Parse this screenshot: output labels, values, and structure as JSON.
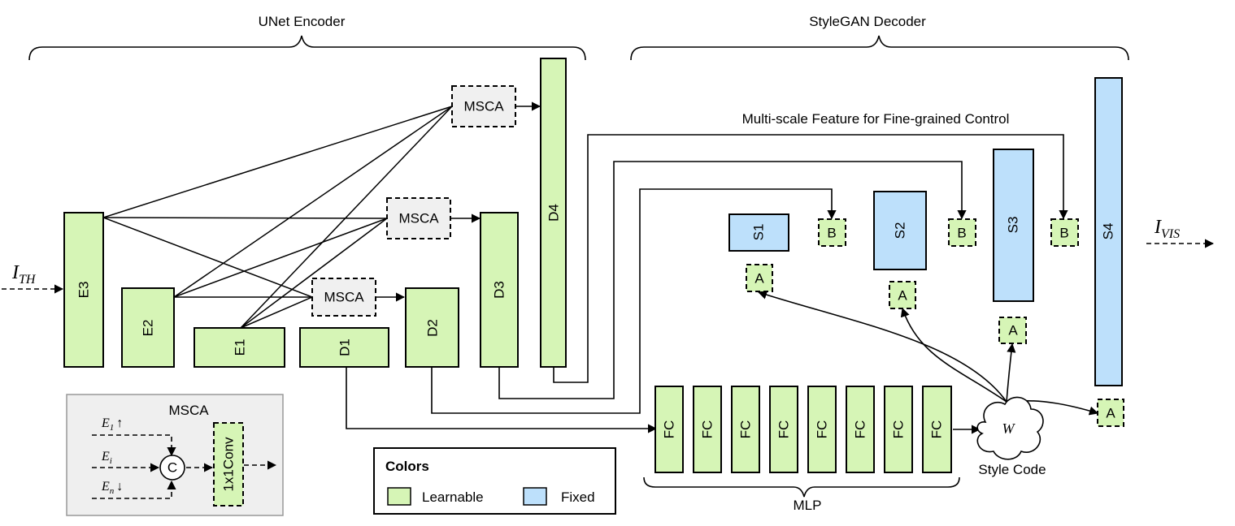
{
  "colors": {
    "learnable": "#d6f5b6",
    "fixed": "#bde0fb",
    "msca": "#f0f0f0",
    "inset_bg": "#efefef"
  },
  "sections": {
    "encoder": "UNet Encoder",
    "decoder": "StyleGAN Decoder",
    "mlp": "MLP"
  },
  "blocks": {
    "e1": "E1",
    "e2": "E2",
    "e3": "E3",
    "d1": "D1",
    "d2": "D2",
    "d3": "D3",
    "d4": "D4",
    "s1": "S1",
    "s2": "S2",
    "s3": "S3",
    "s4": "S4",
    "msca": "MSCA",
    "fc": "FC",
    "a": "A",
    "b": "B"
  },
  "labels": {
    "multiscale": "Multi-scale Feature for Fine-grained Control",
    "style_code": "Style Code",
    "w": "W",
    "input": {
      "base": "I",
      "sub": "TH"
    },
    "output": {
      "base": "I",
      "sub": "VIS"
    }
  },
  "inset": {
    "title": "MSCA",
    "e1": {
      "base": "E",
      "sub": "1",
      "arrow": "↑"
    },
    "ei": {
      "base": "E",
      "sub": "i"
    },
    "en": {
      "base": "E",
      "sub": "n",
      "arrow": "↓"
    },
    "concat": "C",
    "conv": "1x1Conv"
  },
  "legend": {
    "title": "Colors",
    "learnable": "Learnable",
    "fixed": "Fixed"
  }
}
